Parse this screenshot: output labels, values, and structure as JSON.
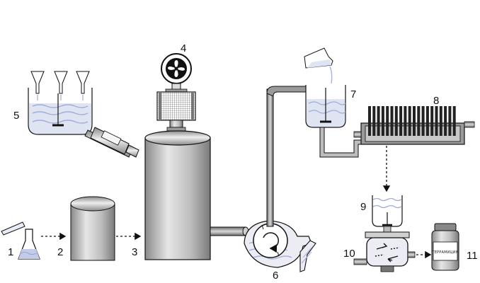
{
  "labels": {
    "l1": "1",
    "l2": "2",
    "l3": "3",
    "l4": "4",
    "l5": "5",
    "l6": "6",
    "l7": "7",
    "l8": "8",
    "l9": "9",
    "l10": "10",
    "l11": "11"
  },
  "product_label": "ТЕРРАМИЦИН",
  "colors": {
    "metal_dark": "#6e6e6e",
    "metal_mid": "#bdbdbd",
    "metal_light": "#eeeeee",
    "liquid": "#b9c4e6",
    "outline": "#111111"
  }
}
